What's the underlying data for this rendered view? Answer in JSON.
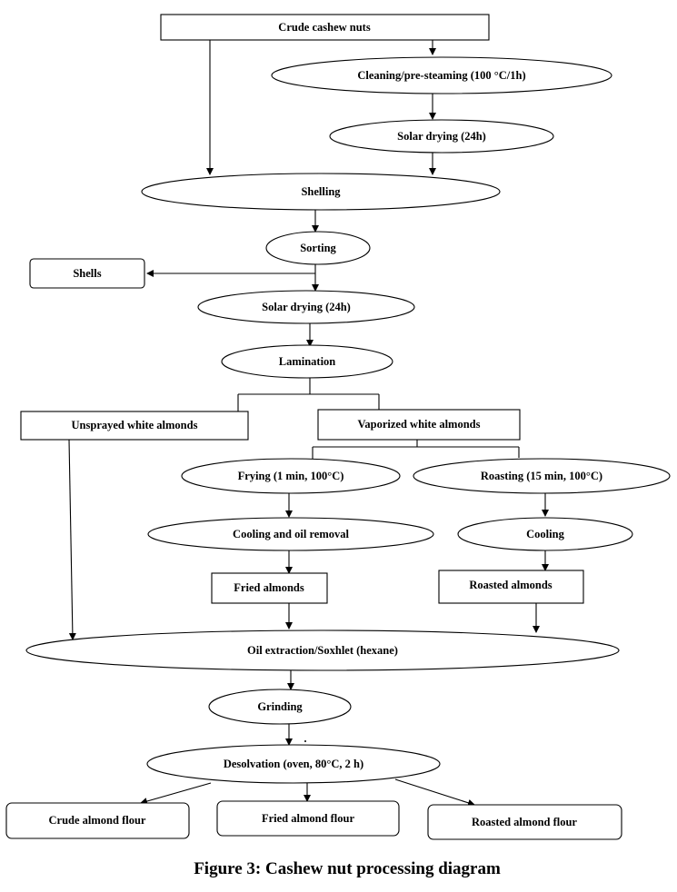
{
  "nodes": {
    "crude_cashew": "Crude cashew nuts",
    "cleaning": "Cleaning/pre-steaming (100 °C/1h)",
    "solar1": "Solar drying (24h)",
    "shelling": "Shelling",
    "sorting": "Sorting",
    "shells": "Shells",
    "solar2": "Solar drying (24h)",
    "lamination": "Lamination",
    "unsprayed": "Unsprayed white almonds",
    "vaporized": "Vaporized white almonds",
    "frying": "Frying (1 min, 100°C)",
    "roasting": "Roasting (15 min, 100°C)",
    "cooling_oil": "Cooling and oil removal",
    "cooling": "Cooling",
    "fried_almonds": "Fried almonds",
    "roasted_almonds": "Roasted almonds",
    "oil_extraction": "Oil extraction/Soxhlet (hexane)",
    "grinding": "Grinding",
    "desolvation": "Desolvation (oven, 80°C, 2 h)",
    "crude_flour": "Crude almond flour",
    "fried_flour": "Fried almond flour",
    "roasted_flour": "Roasted almond flour"
  },
  "caption": "Figure 3: Cashew nut processing diagram"
}
